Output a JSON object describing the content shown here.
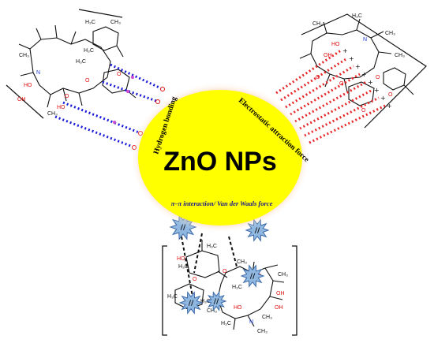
{
  "center": {
    "label": "ZnO NPs",
    "fill": "#ffff00",
    "glow": "#f4a05a"
  },
  "interactions": {
    "hydrogen": "Hydrogen bonding",
    "electrostatic": "Electrostatic attraction force",
    "pi": "π–π interaction/ Van der Waals force"
  },
  "colors": {
    "hydrogen_lines": "#1a1adb",
    "electrostatic_lines": "#e8282a",
    "pi_lines": "#111111",
    "oxygen": "#e01010",
    "nitrogen": "#1a3adb",
    "burst": "#8fb7e0",
    "burst_stroke": "#3c6aa8"
  },
  "molecule_labels": {
    "left": [
      "H₃C",
      "CH₃",
      "N",
      "H₃C",
      "HO",
      "CH₃",
      "OH",
      "H₃C",
      "O",
      "O",
      "O",
      "CH₃",
      "HO"
    ],
    "right": [
      "H₃C",
      "CH₃",
      "N",
      "HO",
      "OH",
      "O",
      "O",
      "O",
      "O",
      "CH₃",
      "CH₃",
      "O"
    ],
    "bottom": [
      "HO",
      "H₃C",
      "H₃C",
      "H₃C",
      "O",
      "CH₃",
      "O",
      "CH₃",
      "H₃C",
      "O",
      "CH₃",
      "OH",
      "OH",
      "HO",
      "H₃C",
      "N",
      "CH₃",
      "CH₃",
      "H₃C"
    ]
  },
  "charge_marks": {
    "plus": "+",
    "minus": "−"
  }
}
